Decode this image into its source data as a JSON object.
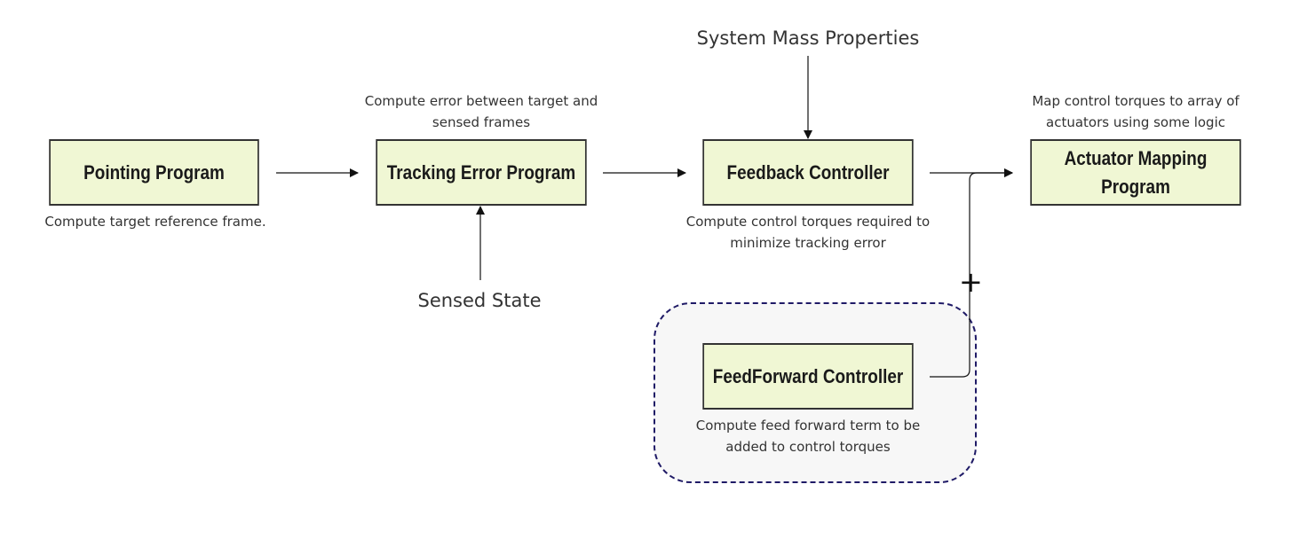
{
  "blocks": {
    "pointing": "Pointing Program",
    "tracking": "Tracking Error Program",
    "feedback": "Feedback Controller",
    "actuator": "Actuator Mapping Program",
    "feedforward": "FeedForward Controller"
  },
  "notes": {
    "pointing": "Compute target reference frame.",
    "tracking": "Compute error between target and sensed frames",
    "feedback": "Compute control torques required to minimize tracking error",
    "actuator": "Map control torques to array of actuators using some logic",
    "feedforward": "Compute feed forward term to be added to control torques"
  },
  "inputs": {
    "mass": "System Mass Properties",
    "sensed": "Sensed State"
  },
  "summing_sign": "+",
  "colors": {
    "block_fill": "#f0f7d4",
    "block_stroke": "#333333",
    "group_border": "#1f1a66",
    "group_fill": "#f7f7f7"
  }
}
